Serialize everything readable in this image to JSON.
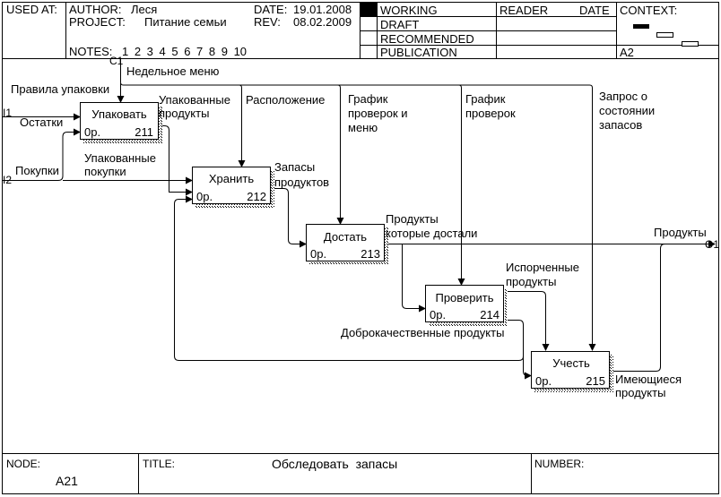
{
  "header": {
    "used_at": "USED AT:",
    "author_label": "AUTHOR:",
    "author": "Леся",
    "project_label": "PROJECT:",
    "project": "Питание семьи",
    "date_label": "DATE:",
    "date": "19.01.2008",
    "rev_label": "REV:",
    "rev": "08.02.2009",
    "notes_label": "NOTES:",
    "notes": "1 2 3 4 5 6 7 8 9 10",
    "status": [
      "WORKING",
      "DRAFT",
      "RECOMMENDED",
      "PUBLICATION"
    ],
    "reader": "READER",
    "date2": "DATE",
    "context": "CONTEXT:",
    "context_node": "A2"
  },
  "boxes": [
    {
      "label": "Упаковать",
      "cost": "0р.",
      "number": "211"
    },
    {
      "label": "Хранить",
      "cost": "0р.",
      "number": "212"
    },
    {
      "label": "Достать",
      "cost": "0р.",
      "number": "213"
    },
    {
      "label": "Проверить",
      "cost": "0р.",
      "number": "214"
    },
    {
      "label": "Учесть",
      "cost": "0р.",
      "number": "215"
    }
  ],
  "tunnels": {
    "c1": "C1",
    "i1": "I1",
    "i2": "I2",
    "o1": "O1"
  },
  "arrows": {
    "weekly_menu": "Недельное меню",
    "packing_rules": "Правила упаковки",
    "leftovers": "Остатки",
    "purchases": "Покупки",
    "packed_products_1": [
      "Упакованные",
      "продукты"
    ],
    "packed_purchases": [
      "Упакованные",
      "покупки"
    ],
    "location": "Расположение",
    "check_schedule_menu": [
      "График",
      "проверок и",
      "меню"
    ],
    "check_schedule": [
      "График",
      "проверок"
    ],
    "stock_request": [
      "Запрос о",
      "состоянии",
      "запасов"
    ],
    "product_stock": [
      "Запасы",
      "продуктов"
    ],
    "retrieved_products": [
      "Продукты",
      "которые достали"
    ],
    "products": "Продукты",
    "spoiled_products": [
      "Испорченные",
      "продукты"
    ],
    "good_products": "Доброкачественные продукты",
    "available_products": [
      "Имеющиеся",
      "продукты"
    ]
  },
  "footer": {
    "node_label": "NODE:",
    "node": "A21",
    "title_label": "TITLE:",
    "title": "Обследовать  запасы",
    "number_label": "NUMBER:"
  }
}
